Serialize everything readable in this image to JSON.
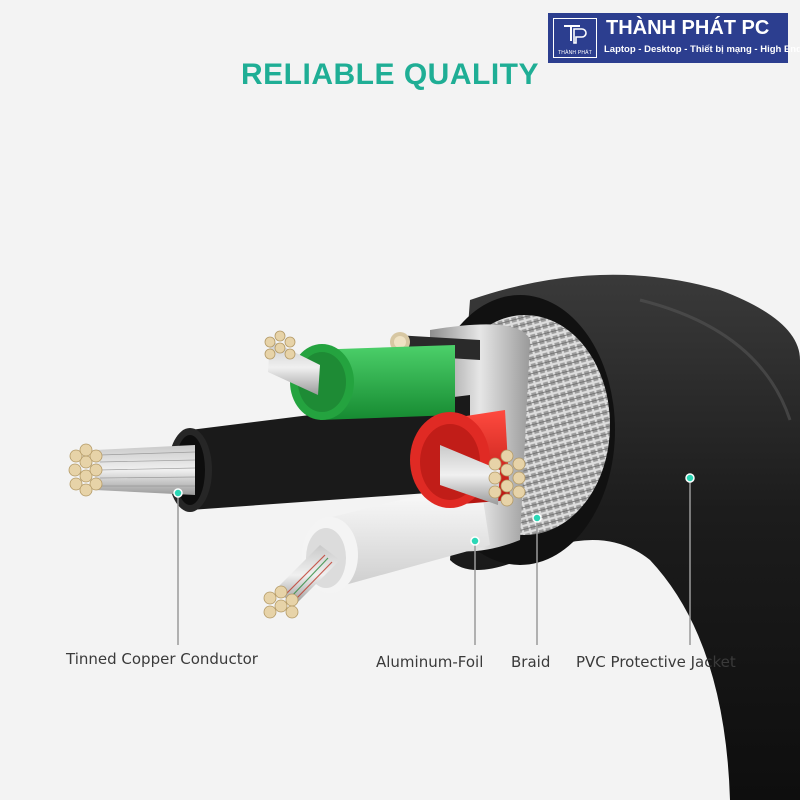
{
  "title": "RELIABLE QUALITY",
  "brand": {
    "name": "THÀNH PHÁT PC",
    "tagline": "Laptop - Desktop - Thiết bị mạng - High End",
    "mark_text": "THÀNH PHÁT",
    "bg_color": "#2c3e8f"
  },
  "labels": {
    "conductor": "Tinned Copper Conductor",
    "foil": "Aluminum-Foil",
    "braid": "Braid",
    "jacket": "PVC Protective Jacket"
  },
  "colors": {
    "accent": "#1fae95",
    "jacket": "#1b1b1b",
    "braid": "#b8b8b8",
    "green_wire": "#27a845",
    "red_wire": "#e02a24",
    "white_wire": "#f2f2f2",
    "copper": "#e4cfa4"
  }
}
